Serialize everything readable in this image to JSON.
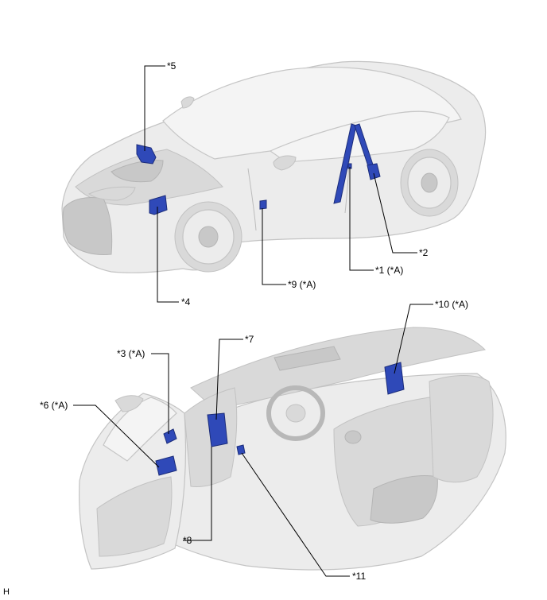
{
  "callouts": {
    "c5": "*5",
    "c4": "*4",
    "c9": "*9 (*A)",
    "c1": "*1 (*A)",
    "c2": "*2",
    "c10": "*10 (*A)",
    "c7": "*7",
    "c3": "*3 (*A)",
    "c6": "*6 (*A)",
    "c8": "*8",
    "c11": "*11"
  },
  "figure_code": "H",
  "colors": {
    "component": "#2f49b8",
    "vehicle": "#ececec"
  }
}
